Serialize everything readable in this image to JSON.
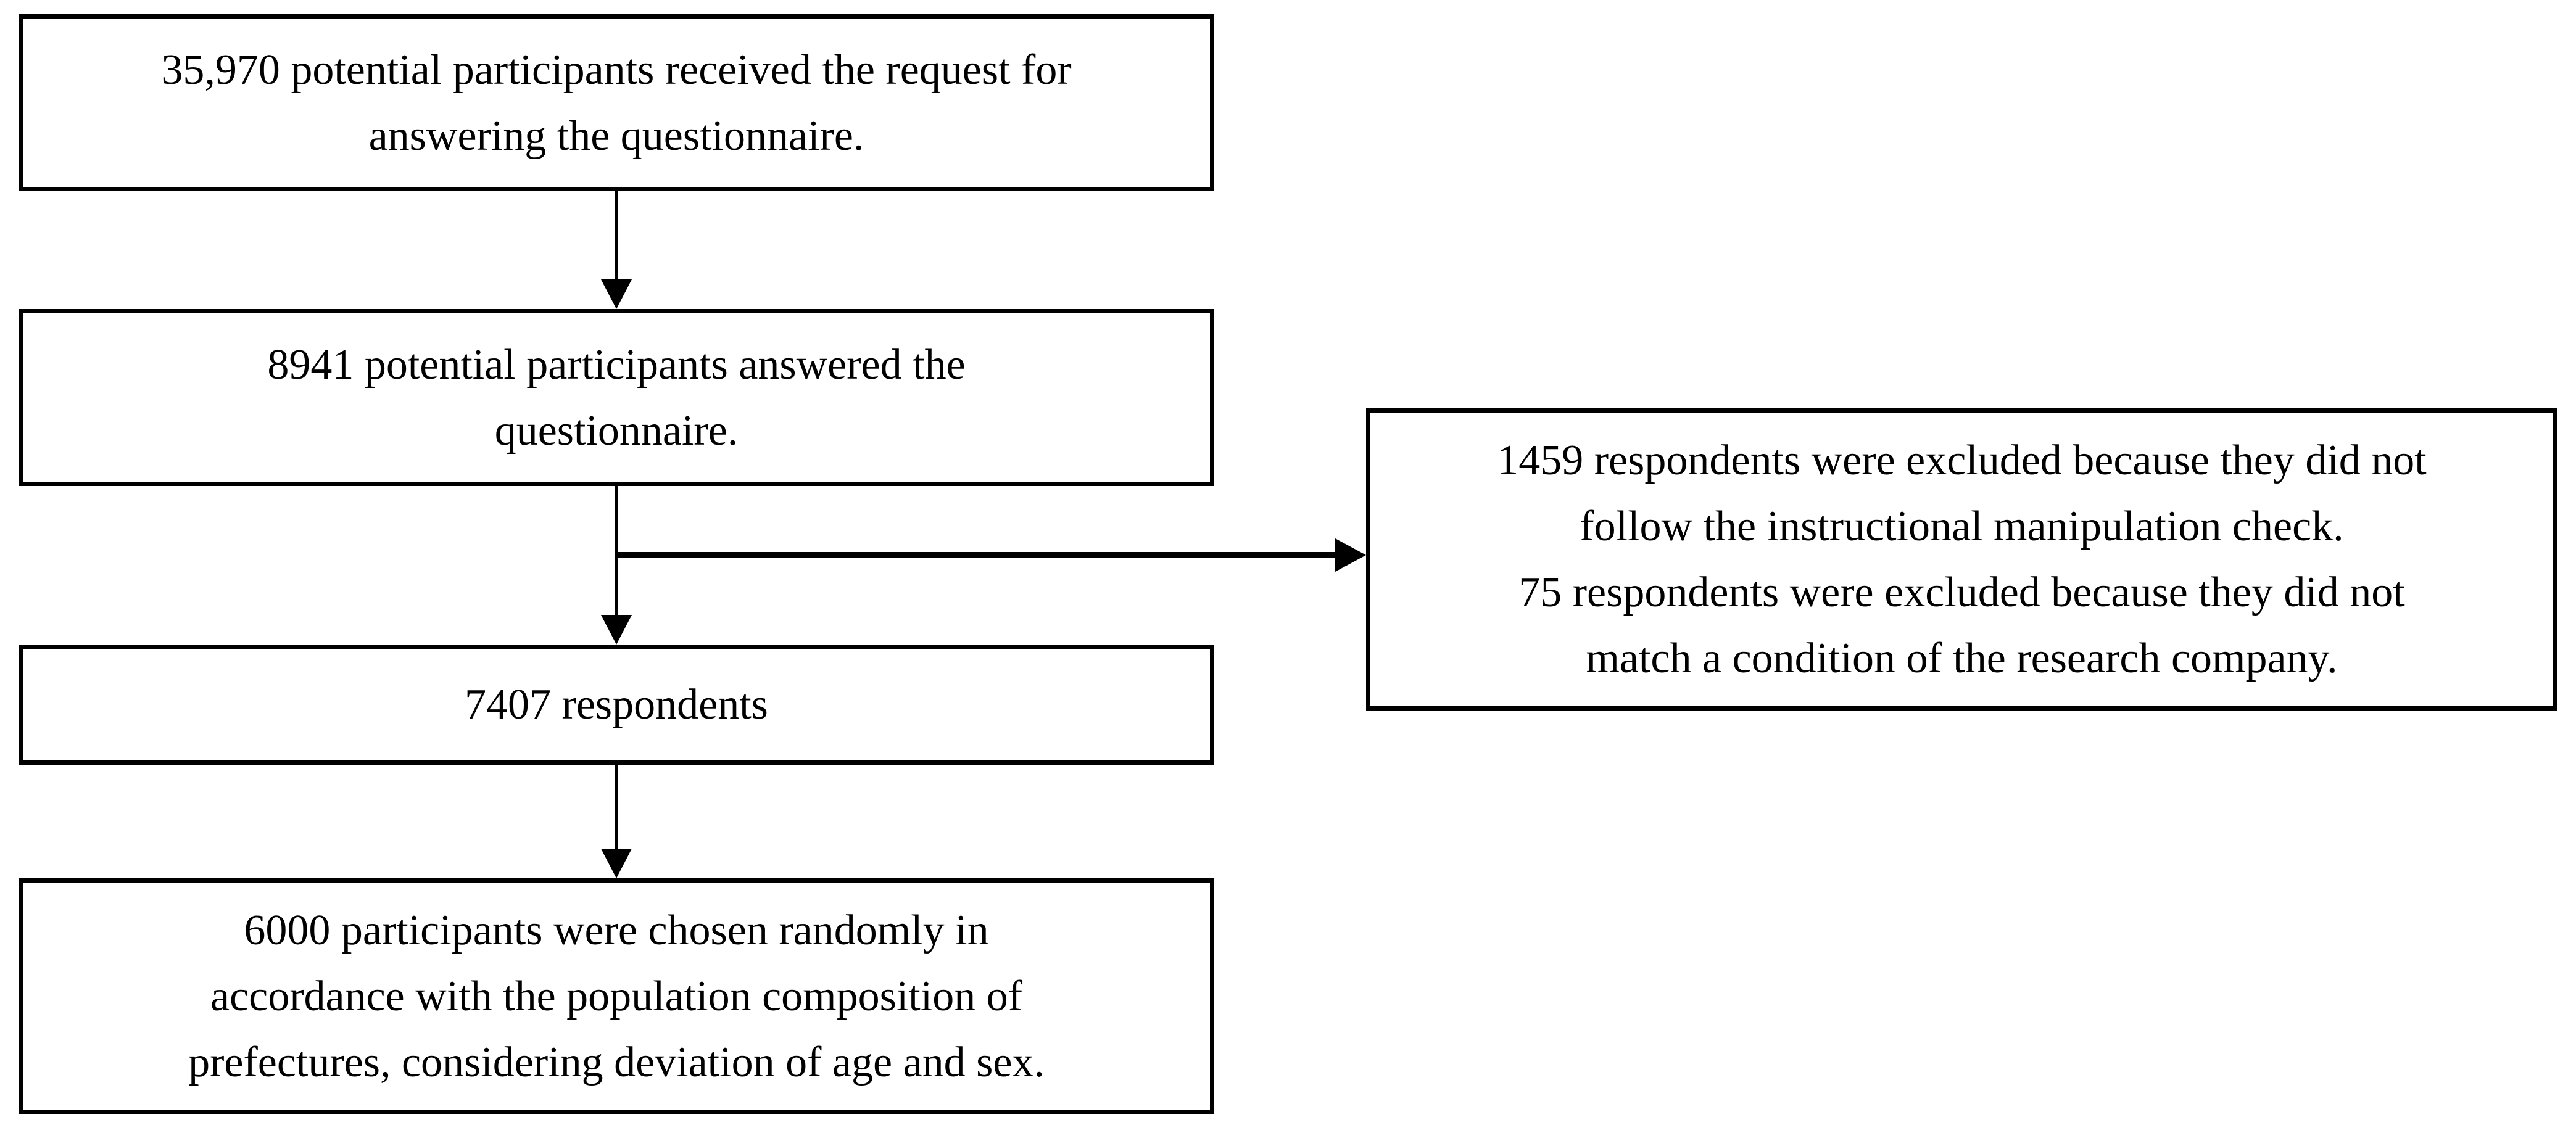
{
  "diagram": {
    "title": "Participant flow diagram",
    "background_color": "#ffffff",
    "line_color": "#000000",
    "text_color": "#000000",
    "nodes": {
      "received": {
        "text": "35,970 potential participants received the request for\nanswering the questionnaire."
      },
      "answered": {
        "text": "8941 potential participants answered the\nquestionnaire."
      },
      "excluded": {
        "text": "1459 respondents were excluded because they did not\nfollow the instructional manipulation check.\n75 respondents were excluded because they did not\nmatch a condition of the research company."
      },
      "respondents": {
        "text": "7407 respondents"
      },
      "chosen": {
        "text": "6000 participants were chosen randomly in\naccordance with the population composition of\nprefectures, considering deviation of age and sex."
      }
    },
    "edges": [
      {
        "from": "received",
        "to": "answered",
        "type": "arrow-down"
      },
      {
        "from": "answered",
        "to": "respondents",
        "type": "arrow-down"
      },
      {
        "from": "answered",
        "to": "excluded",
        "type": "arrow-right-branch"
      },
      {
        "from": "respondents",
        "to": "chosen",
        "type": "arrow-down"
      }
    ]
  }
}
